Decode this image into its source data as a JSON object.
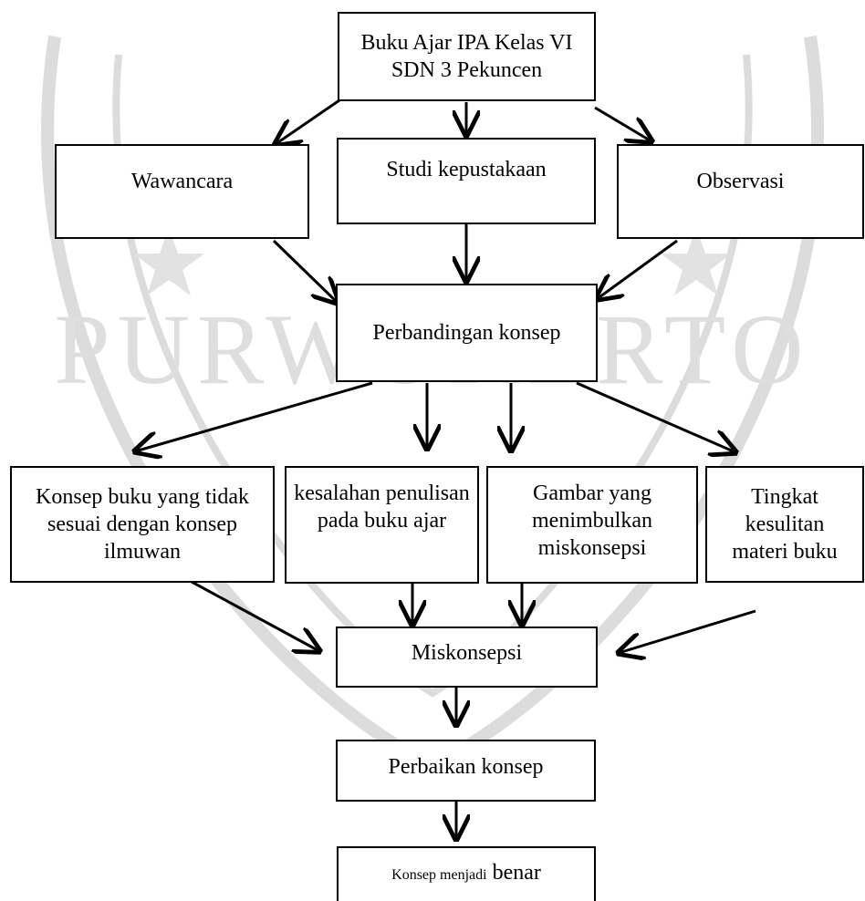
{
  "nodes": {
    "root": "Buku Ajar IPA Kelas VI SDN 3 Pekuncen",
    "wawancara": "Wawancara",
    "studi": "Studi kepustakaan",
    "observasi": "Observasi",
    "perbandingan": "Perbandingan konsep",
    "konsep_buku": "Konsep buku yang tidak sesuai dengan konsep ilmuwan",
    "kesalahan": "kesalahan penulisan pada buku ajar",
    "gambar": "Gambar yang menimbulkan miskonsepsi",
    "tingkat": "Tingkat kesulitan materi buku",
    "miskonsepsi": "Miskonsepsi",
    "perbaikan": "Perbaikan konsep",
    "final_small": "Konsep menjadi",
    "final_big": "benar"
  },
  "watermark": {
    "text": "PURWOKERTO",
    "color": "#d9d9d9"
  }
}
